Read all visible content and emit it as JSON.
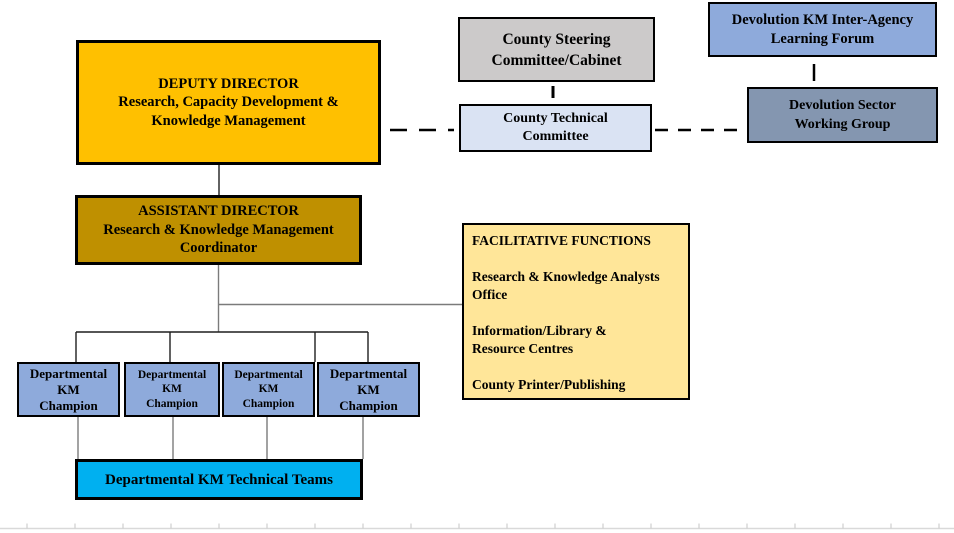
{
  "diagram": {
    "colors": {
      "deputy": "#FFC000",
      "assistant": "#BF9000",
      "steering": "#CCCACA",
      "technical": "#DAE3F3",
      "forum": "#8EAADB",
      "working-group": "#8496B0",
      "facilitative": "#FFE699",
      "champion": "#8EAADB",
      "teams": "#00B0F0"
    },
    "deputy_director": {
      "lines": [
        "DEPUTY DIRECTOR",
        "Research, Capacity Development &",
        "Knowledge Management"
      ]
    },
    "assistant_director": {
      "lines": [
        "ASSISTANT DIRECTOR",
        "Research & Knowledge Management",
        "Coordinator"
      ]
    },
    "county_steering": {
      "lines": [
        "County Steering",
        "Committee/Cabinet"
      ]
    },
    "county_technical": {
      "lines": [
        "County Technical",
        "Committee"
      ]
    },
    "devolution_forum": {
      "lines": [
        "Devolution KM Inter-Agency",
        "Learning Forum"
      ]
    },
    "devolution_working_group": {
      "lines": [
        "Devolution Sector",
        "Working Group"
      ]
    },
    "facilitative": {
      "title": "FACILITATIVE  FUNCTIONS",
      "items": [
        {
          "lines": [
            "Research & Knowledge Analysts",
            "Office"
          ]
        },
        {
          "lines": [
            "Information/Library &",
            "Resource Centres"
          ]
        },
        {
          "lines": [
            "County Printer/Publishing"
          ]
        }
      ]
    },
    "champions": [
      {
        "lines": [
          "Departmental",
          "KM",
          "Champion"
        ]
      },
      {
        "lines": [
          "Departmental",
          "KM",
          "Champion"
        ]
      },
      {
        "lines": [
          "Departmental",
          "KM",
          "Champion"
        ]
      },
      {
        "lines": [
          "Departmental",
          "KM",
          "Champion"
        ]
      }
    ],
    "technical_teams": {
      "label": "Departmental KM Technical Teams"
    }
  }
}
